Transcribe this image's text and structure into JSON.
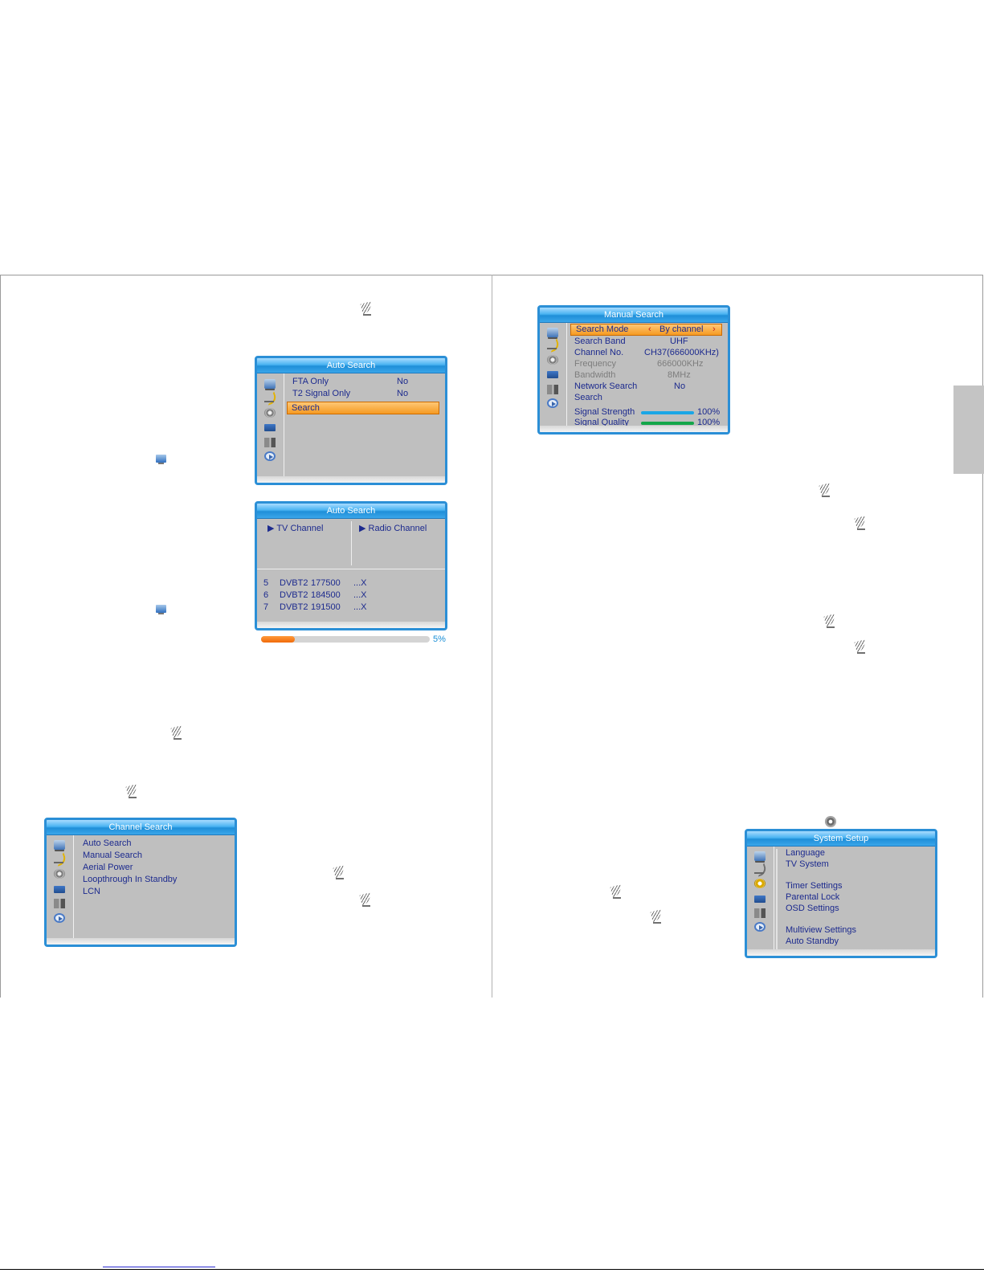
{
  "auto_search_menu": {
    "title": "Auto Search",
    "rows": [
      {
        "label": "FTA Only",
        "value": "No"
      },
      {
        "label": "T2 Signal Only",
        "value": "No"
      }
    ],
    "search_label": "Search"
  },
  "auto_search_progress": {
    "title": "Auto Search",
    "tv_col_label": "TV Channel",
    "radio_col_label": "Radio Channel",
    "scan_rows": [
      {
        "num": "5",
        "mode": "DVBT2",
        "freq": "177500",
        "result": "...X"
      },
      {
        "num": "6",
        "mode": "DVBT2",
        "freq": "184500",
        "result": "...X"
      },
      {
        "num": "7",
        "mode": "DVBT2",
        "freq": "191500",
        "result": "...X"
      }
    ],
    "progress_percent": 5,
    "progress_label": "5%"
  },
  "channel_search_menu": {
    "title": "Channel Search",
    "items": [
      "Auto Search",
      "Manual Search",
      "Aerial Power",
      "Loopthrough In Standby",
      "LCN"
    ]
  },
  "manual_search_menu": {
    "title": "Manual Search",
    "search_mode": {
      "label": "Search Mode",
      "value": "By channel"
    },
    "rows": [
      {
        "label": "Search Band",
        "value": "UHF",
        "disabled": false
      },
      {
        "label": "Channel No.",
        "value": "CH37(666000KHz)",
        "disabled": false
      },
      {
        "label": "Frequency",
        "value": "666000KHz",
        "disabled": true
      },
      {
        "label": "Bandwidth",
        "value": "8MHz",
        "disabled": true
      },
      {
        "label": "Network Search",
        "value": "No",
        "disabled": false
      }
    ],
    "search_label": "Search",
    "signal_strength": {
      "label": "Signal Strength",
      "value": "100%",
      "percent": 100,
      "color": "#1ba6e6"
    },
    "signal_quality": {
      "label": "Signal Quality",
      "value": "100%",
      "percent": 100,
      "color": "#14a64a"
    }
  },
  "system_setup_menu": {
    "title": "System Setup",
    "items": [
      "Language",
      "TV System",
      "Timer Settings",
      "Parental Lock",
      "OSD Settings",
      "Multiview Settings",
      "Auto Standby"
    ]
  },
  "colors": {
    "osd_border": "#2b8fd6",
    "osd_body": "#bfbfbf",
    "highlight": "#f59a22",
    "menu_text": "#1c2a8e",
    "progress": "#f06a0a"
  }
}
